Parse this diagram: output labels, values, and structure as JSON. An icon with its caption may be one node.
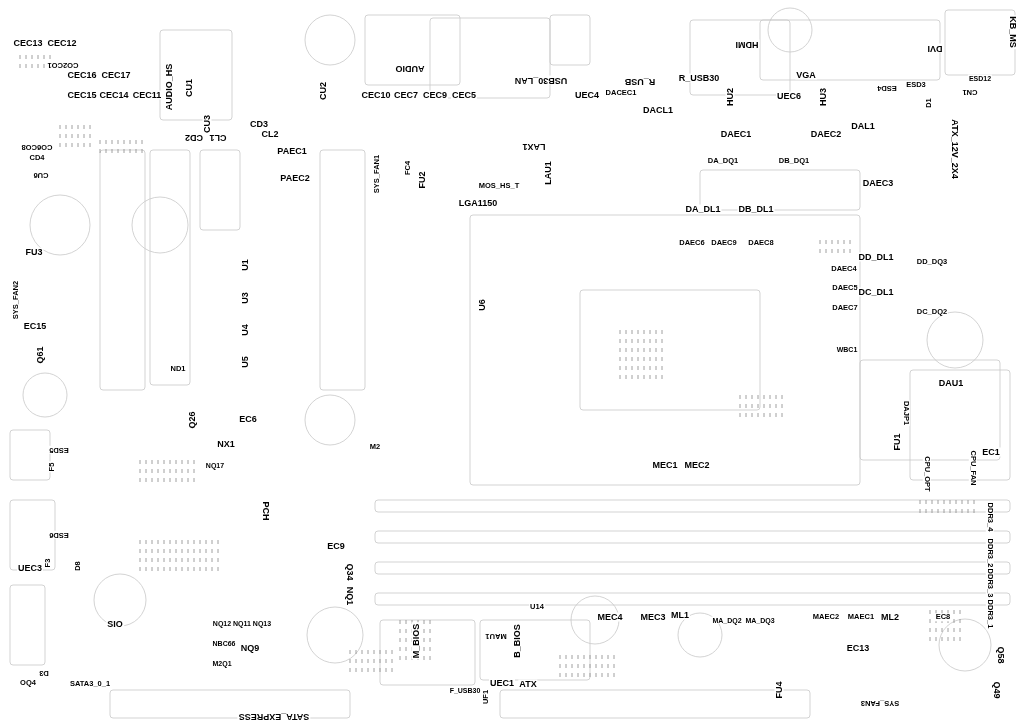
{
  "diagram": {
    "labels": [
      "KB_MS",
      "CEC13",
      "CEC12",
      "HDMI",
      "DVI",
      "CO2CO1",
      "AUDIO",
      "CEC16",
      "CEC17",
      "USB30_LAN",
      "R_USB",
      "R_USB30",
      "VGA",
      "ESD12",
      "ESD4",
      "ESD3",
      "CN1",
      "AUDIO_HS",
      "CU1",
      "CU2",
      "CEC15",
      "CEC14",
      "CEC11",
      "CEC10",
      "CEC7",
      "CEC9",
      "CEC5",
      "UEC4",
      "DACEC1",
      "HU2",
      "UEC6",
      "HU3",
      "D1",
      "DACL1",
      "CD2",
      "CU3",
      "CL1",
      "CD3",
      "CL2",
      "DAL1",
      "DAEC1",
      "DAEC2",
      "CO6CO8",
      "LAX1",
      "PAEC1",
      "ATX_12V_2X4",
      "CD4",
      "DA_DQ1",
      "DB_DQ1",
      "FC4",
      "LAU1",
      "SYS_FAN1",
      "CU6",
      "PAEC2",
      "FU2",
      "MOS_HS_T",
      "DAEC3",
      "LGA1150",
      "DA_DL1",
      "DB_DL1",
      "DAEC6",
      "DAEC9",
      "DAEC8",
      "FU3",
      "DD_DL1",
      "DD_DQ3",
      "U1",
      "DAEC4",
      "DAEC5",
      "DC_DL1",
      "SYS_FAN2",
      "U3",
      "U6",
      "DAEC7",
      "DC_DQ2",
      "EC15",
      "U4",
      "WBC1",
      "Q61",
      "U5",
      "ND1",
      "DAU1",
      "Q26",
      "EC6",
      "DAJP1",
      "ESD5",
      "NX1",
      "M2",
      "FU1",
      "EC1",
      "F5",
      "NQ17",
      "MEC1",
      "MEC2",
      "CPU_OPT",
      "CPU_FAN",
      "PCH",
      "DDR3_4",
      "ESD6",
      "DDR3_2",
      "EC9",
      "UEC3",
      "F3",
      "D8",
      "Q34",
      "NQ1",
      "DDR3_3",
      "DDR3_1",
      "U14",
      "MEC4",
      "MEC3",
      "ML1",
      "MA_DQ2",
      "MA_DQ3",
      "MAEC2",
      "MAEC1",
      "ML2",
      "EC8",
      "SIO",
      "NQ12",
      "NQ11",
      "NQ13",
      "M_BIOS",
      "MAU1",
      "B_BIOS",
      "NBC66",
      "NQ9",
      "EC13",
      "Q58",
      "M2Q1",
      "D3",
      "OQ4",
      "SATA3_0_1",
      "UEC1",
      "ATX",
      "F_USB30",
      "UF1",
      "FU4",
      "Q49",
      "SYS_FAN3",
      "SATA_EXPRESS"
    ]
  }
}
